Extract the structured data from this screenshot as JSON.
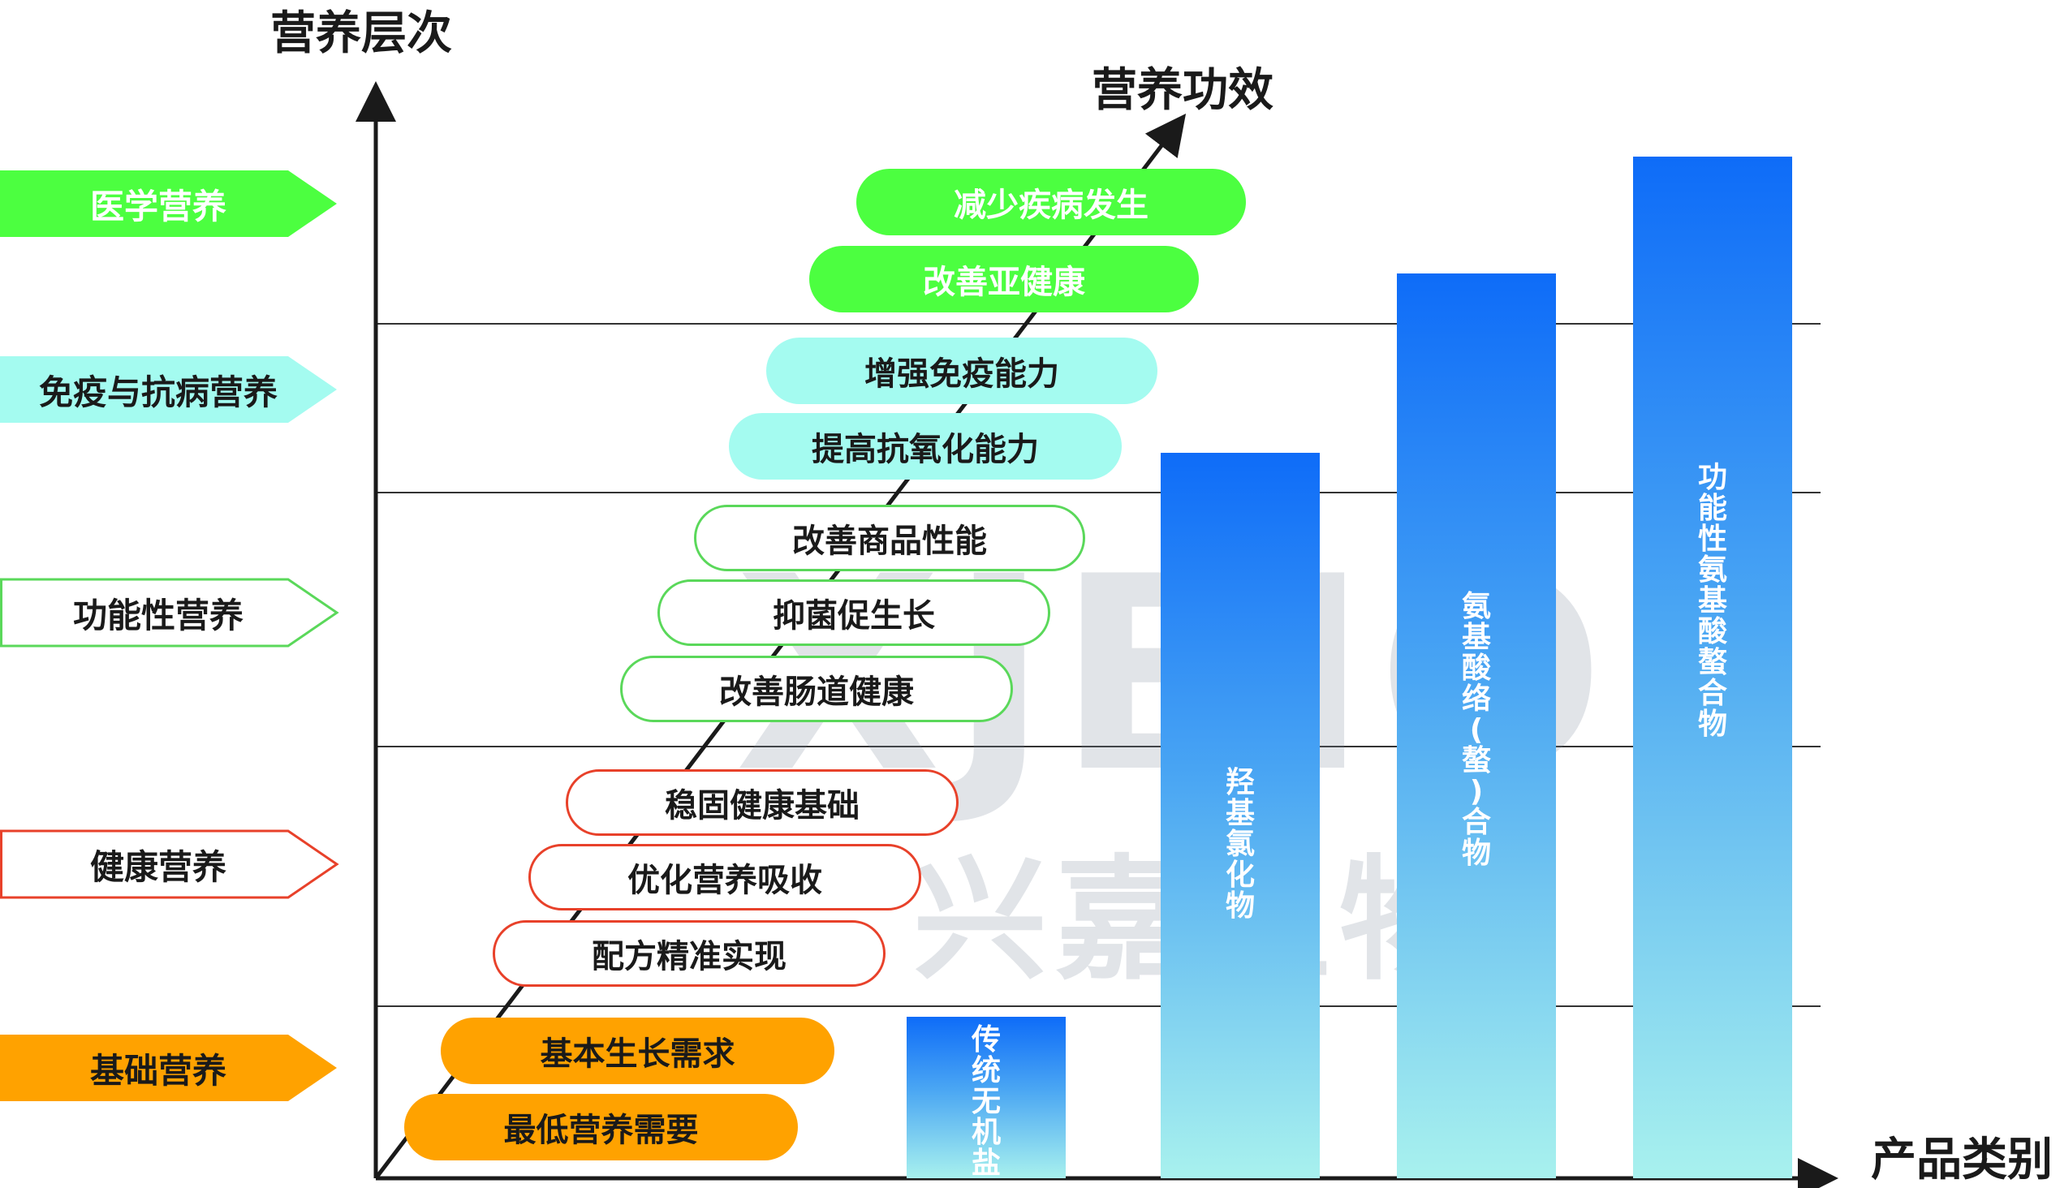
{
  "axes": {
    "y_title": "营养层次",
    "diagonal_title": "营养功效",
    "x_title": "产品类别"
  },
  "levels": [
    {
      "label": "医学营养",
      "style": "solid",
      "fill": "#4cff40",
      "text_color": "#ffffff"
    },
    {
      "label": "免疫与抗病营养",
      "style": "solid",
      "fill": "#a4fbf0",
      "text_color": "#1a1a1a"
    },
    {
      "label": "功能性营养",
      "style": "outline",
      "fill": "#ffffff",
      "stroke": "#5ad85a",
      "text_color": "#1a1a1a"
    },
    {
      "label": "健康营养",
      "style": "outline",
      "fill": "#ffffff",
      "stroke": "#e8412a",
      "text_color": "#1a1a1a"
    },
    {
      "label": "基础营养",
      "style": "solid",
      "fill": "#ffa200",
      "text_color": "#1a1a1a"
    }
  ],
  "effects": [
    {
      "label": "减少疾病发生",
      "style": "green"
    },
    {
      "label": "改善亚健康",
      "style": "green"
    },
    {
      "label": "增强免疫能力",
      "style": "cyan"
    },
    {
      "label": "提高抗氧化能力",
      "style": "cyan"
    },
    {
      "label": "改善商品性能",
      "style": "outline-green"
    },
    {
      "label": "抑菌促生长",
      "style": "outline-green"
    },
    {
      "label": "改善肠道健康",
      "style": "outline-green"
    },
    {
      "label": "稳固健康基础",
      "style": "outline-red"
    },
    {
      "label": "优化营养吸收",
      "style": "outline-red"
    },
    {
      "label": "配方精准实现",
      "style": "outline-red"
    },
    {
      "label": "基本生长需求",
      "style": "orange"
    },
    {
      "label": "最低营养需要",
      "style": "orange"
    }
  ],
  "products": [
    {
      "label": "传统无机盐",
      "chars": [
        "传",
        "统",
        "无",
        "机",
        "盐"
      ]
    },
    {
      "label": "羟基氯化物",
      "chars": [
        "羟",
        "基",
        "氯",
        "化",
        "物"
      ]
    },
    {
      "label": "氨基酸络(螯)合物",
      "chars": [
        "氨",
        "基",
        "酸",
        "络",
        "(",
        "螯",
        ")",
        "合",
        "物"
      ]
    },
    {
      "label": "功能性氨基酸螯合物",
      "chars": [
        "功",
        "能",
        "性",
        "氨",
        "基",
        "酸",
        "螯",
        "合",
        "物"
      ]
    }
  ],
  "product_levels": [
    1,
    3,
    4,
    5
  ],
  "watermark": {
    "latin": "XJBIO",
    "chinese": "兴嘉生物"
  },
  "colors": {
    "axis": "#1a1a1a",
    "grid": "#333333",
    "bar_top": "#0e6cf8",
    "bar_bottom": "#a8f1ee"
  }
}
